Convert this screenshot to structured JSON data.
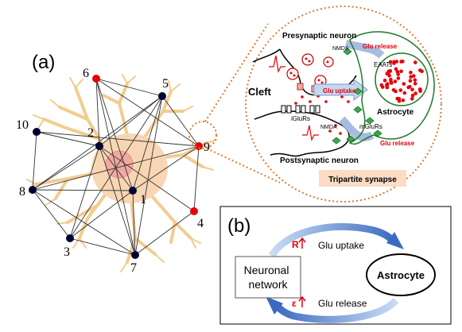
{
  "panel_a": {
    "label": "(a)",
    "nodes": [
      {
        "id": "1",
        "color": "#000033"
      },
      {
        "id": "2",
        "color": "#000033"
      },
      {
        "id": "3",
        "color": "#000033"
      },
      {
        "id": "4",
        "color": "#e8000a"
      },
      {
        "id": "5",
        "color": "#000033"
      },
      {
        "id": "6",
        "color": "#e8000a"
      },
      {
        "id": "7",
        "color": "#000033"
      },
      {
        "id": "8",
        "color": "#000033"
      },
      {
        "id": "9",
        "color": "#e8000a"
      },
      {
        "id": "10",
        "color": "#000033"
      }
    ],
    "edges": [
      [
        "6",
        "5"
      ],
      [
        "6",
        "2"
      ],
      [
        "6",
        "1"
      ],
      [
        "6",
        "7"
      ],
      [
        "6",
        "9"
      ],
      [
        "5",
        "9"
      ],
      [
        "5",
        "2"
      ],
      [
        "5",
        "8"
      ],
      [
        "5",
        "3"
      ],
      [
        "5",
        "7"
      ],
      [
        "5",
        "1"
      ],
      [
        "10",
        "2"
      ],
      [
        "10",
        "8"
      ],
      [
        "10",
        "9"
      ],
      [
        "2",
        "1"
      ],
      [
        "2",
        "8"
      ],
      [
        "2",
        "3"
      ],
      [
        "2",
        "7"
      ],
      [
        "2",
        "4"
      ],
      [
        "8",
        "3"
      ],
      [
        "8",
        "7"
      ],
      [
        "8",
        "1"
      ],
      [
        "3",
        "7"
      ],
      [
        "1",
        "3"
      ],
      [
        "1",
        "7"
      ],
      [
        "1",
        "9"
      ],
      [
        "7",
        "4"
      ],
      [
        "4",
        "9"
      ],
      [
        "9",
        "8"
      ]
    ]
  },
  "synapse": {
    "presynaptic": "Presynaptic neuron",
    "postsynaptic": "Postsynaptic neuron",
    "cleft": "Cleft",
    "nmda_top": "NMDA",
    "nmda_bottom": "NMDA",
    "glu_release_top": "Glu release",
    "glu_release_bottom": "Glu release",
    "glu_uptake": "Glu uptake",
    "eaats": "EAATs",
    "astrocyte": "Astrocyte",
    "iglurs": "iGluRs",
    "mglurs": "mGluRs",
    "tripartite": "Tripartite synapse"
  },
  "panel_b": {
    "label": "(b)",
    "neuronal_network": "Neuronal network",
    "astrocyte": "Astrocyte",
    "glu_uptake": "Glu uptake",
    "glu_release": "Glu release",
    "r_symbol": "R",
    "eps_symbol": "ε"
  },
  "colors": {
    "active_node": "#e8000a",
    "resting_node": "#000033",
    "neuron_fill": "#f6d9b0",
    "arrow_blue": "#3f6fc4",
    "tripartite_bg": "#fbdcc4",
    "dotted_orange": "#e07a2c"
  }
}
